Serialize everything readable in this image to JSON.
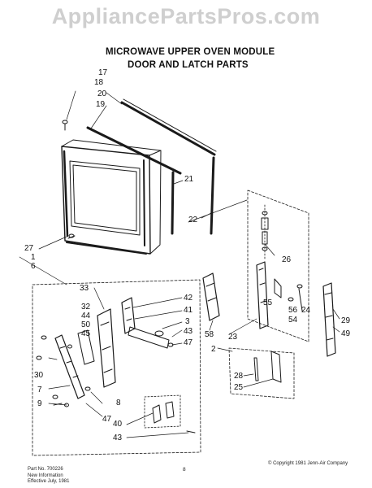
{
  "watermark": "AppliancePartsPros.com",
  "title_line1": "MICROWAVE UPPER OVEN MODULE",
  "title_line2": "DOOR AND LATCH PARTS",
  "callouts": [
    "17",
    "18",
    "20",
    "19",
    "21",
    "22",
    "27",
    "1",
    "6",
    "26",
    "33",
    "42",
    "41",
    "3",
    "43",
    "47",
    "32",
    "44",
    "50",
    "45",
    "58",
    "55",
    "56",
    "54",
    "24",
    "23",
    "29",
    "49",
    "2",
    "30",
    "7",
    "9",
    "8",
    "47",
    "28",
    "25",
    "40",
    "43"
  ],
  "footer": {
    "part_no": "Part No. 700226",
    "new_info": "New Information",
    "effective": "Effective July, 1981",
    "page": "8",
    "copyright": "© Copyright 1981 Jenn-Air Company"
  }
}
